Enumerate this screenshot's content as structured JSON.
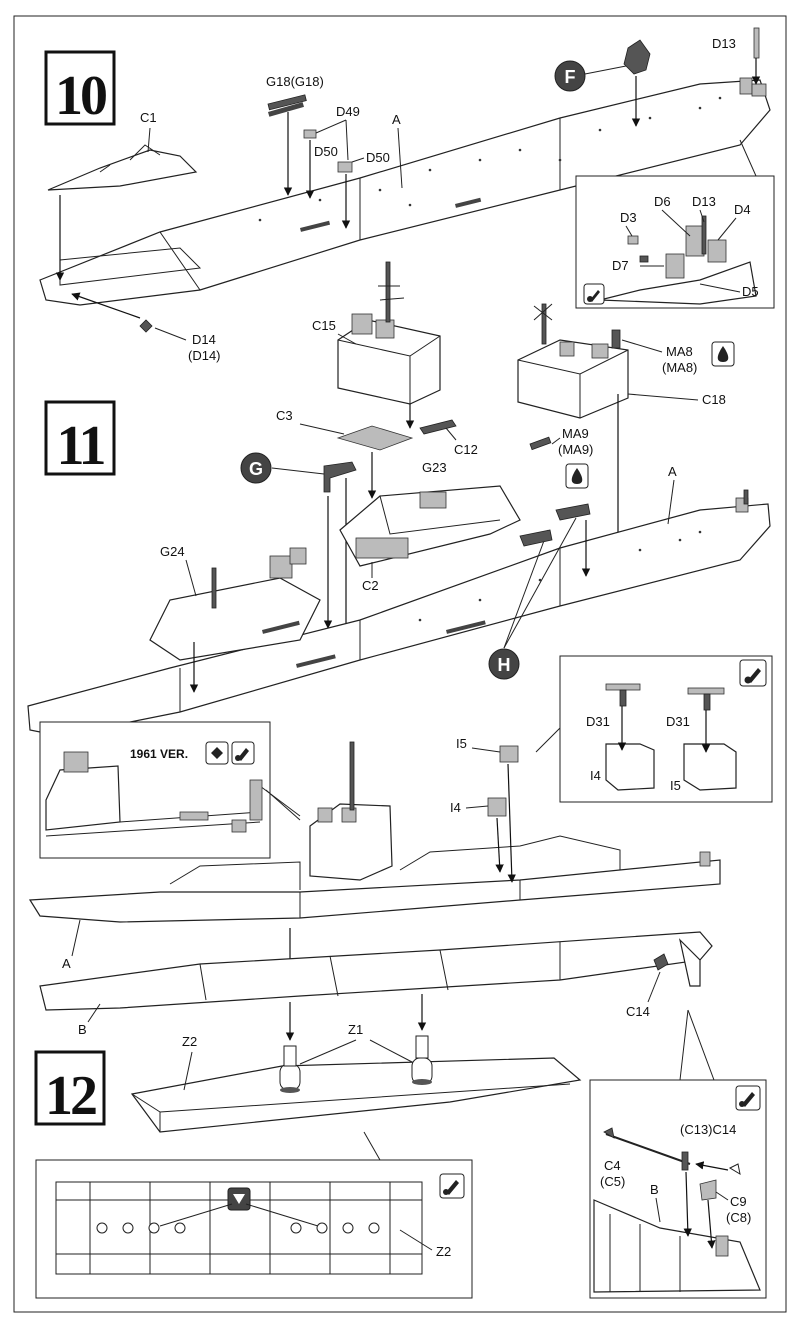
{
  "steps": [
    "10",
    "11",
    "12"
  ],
  "callouts": {
    "F": "F",
    "G": "G",
    "H": "H"
  },
  "version_note": "1961 VER.",
  "labels": {
    "d13_top": "D13",
    "g18": "G18(G18)",
    "c1": "C1",
    "d49": "D49",
    "a_10": "A",
    "d50_a": "D50",
    "d50_b": "D50",
    "d14": "D14",
    "d14_paren": "(D14)",
    "d6": "D6",
    "d13_inset": "D13",
    "d4": "D4",
    "d3": "D3",
    "d7": "D7",
    "d5": "D5",
    "c15": "C15",
    "ma8": "MA8",
    "ma8_paren": "(MA8)",
    "c18": "C18",
    "c3": "C3",
    "c12": "C12",
    "ma9": "MA9",
    "ma9_paren": "(MA9)",
    "g23": "G23",
    "a_11": "A",
    "g24": "G24",
    "c2": "C2",
    "d31_a": "D31",
    "d31_b": "D31",
    "i4_inset": "I4",
    "i5_inset": "I5",
    "i5": "I5",
    "i4": "I4",
    "a_12": "A",
    "b_12": "B",
    "c14": "C14",
    "z2": "Z2",
    "z1": "Z1",
    "c13c14": "(C13)C14",
    "c4": "C4",
    "c5": "(C5)",
    "b_inset": "B",
    "c9": "C9",
    "c8": "(C8)",
    "z2_inset": "Z2"
  },
  "icons": [
    "paint-icon",
    "glue-icon",
    "swap-icon"
  ]
}
